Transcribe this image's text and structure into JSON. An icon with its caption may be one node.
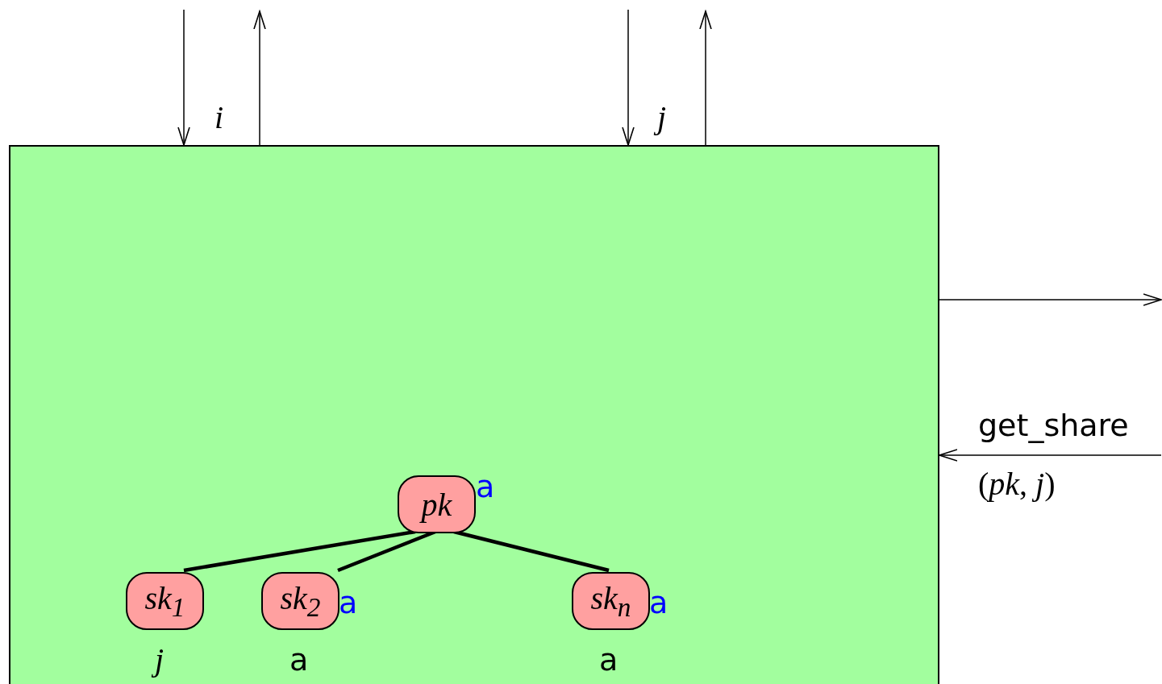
{
  "diagram": {
    "nodes": [
      {
        "text": [],
        "shape": "box"
      },
      {
        "text": [
          "pk"
        ],
        "in": 0,
        "beside": [
          "a"
        ]
      },
      {
        "text": [
          "sk$_{1}$"
        ],
        "in": 0,
        "beside": [
          "j"
        ]
      },
      {
        "text": [
          "sk$_{2}$"
        ],
        "in": 0,
        "beside": [
          "a",
          "a"
        ]
      },
      {
        "text": [
          "sk$_{n}$"
        ],
        "in": 0,
        "beside": [
          "a",
          "a"
        ]
      }
    ],
    "edges": [
      {
        "from": null,
        "to": 0,
        "arrow": "to"
      },
      {
        "from": 0,
        "to": null,
        "arrow": "to"
      },
      {
        "from": null,
        "to": 0,
        "arrow": "to"
      },
      {
        "from": 0,
        "to": null,
        "arrow": "to"
      },
      {
        "from": 0,
        "to": null,
        "arrow": "to"
      },
      {
        "from": null,
        "to": 0,
        "arrow": "to",
        "label": "get_share"
      },
      {
        "from": 1,
        "to": 2,
        "arrow": "none",
        "style": "thick"
      },
      {
        "from": 1,
        "to": 3,
        "arrow": "none",
        "style": "thick"
      },
      {
        "from": 1,
        "to": 4,
        "arrow": "none",
        "style": "thick"
      }
    ],
    "labels": [
      "i",
      "j",
      "(*pk*, *j*)"
    ]
  }
}
